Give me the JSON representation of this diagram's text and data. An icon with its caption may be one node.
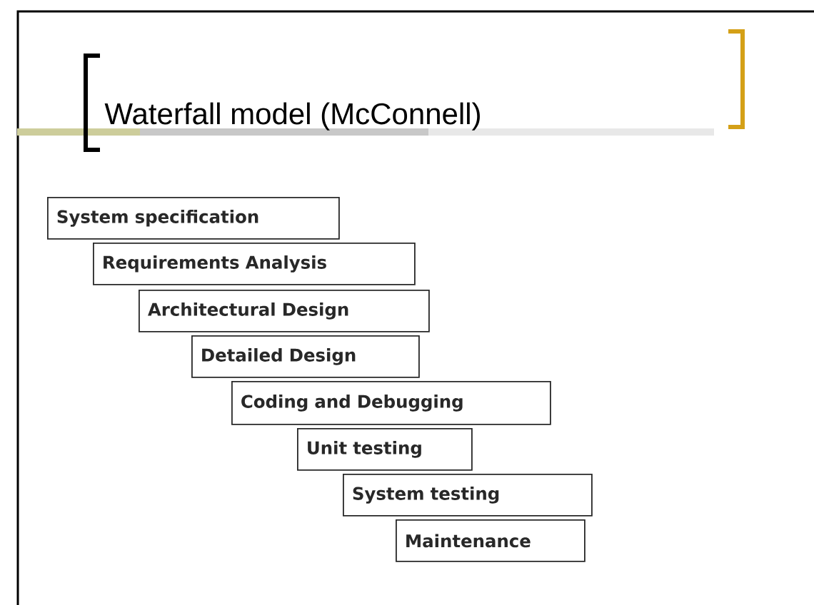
{
  "diagram": {
    "title": "Waterfall model (McConnell)",
    "nodes": [
      {
        "text": [
          "System specification"
        ]
      },
      {
        "text": [
          "Requirements Analysis"
        ]
      },
      {
        "text": [
          "Architectural Design"
        ]
      },
      {
        "text": [
          "Detailed Design"
        ]
      },
      {
        "text": [
          "Coding and Debugging"
        ]
      },
      {
        "text": [
          "Unit testing"
        ]
      },
      {
        "text": [
          "System testing"
        ]
      },
      {
        "text": [
          "Maintenance"
        ]
      }
    ]
  }
}
